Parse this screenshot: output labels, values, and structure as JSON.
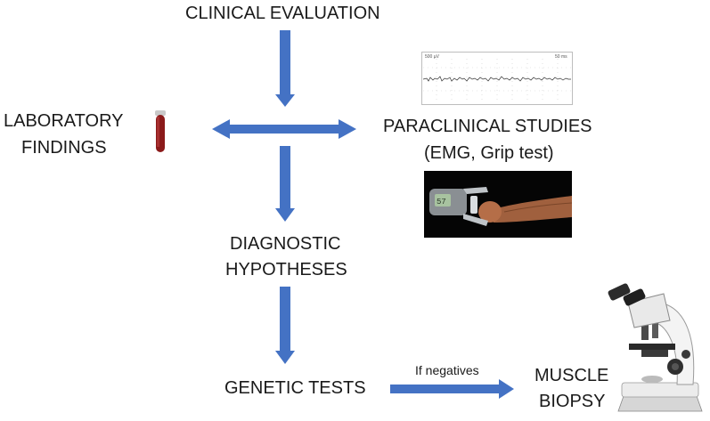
{
  "nodes": {
    "clinical": "CLINICAL EVALUATION",
    "lab_line1": "LABORATORY",
    "lab_line2": "FINDINGS",
    "para_line1": "PARACLINICAL STUDIES",
    "para_line2": "(EMG, Grip test)",
    "diag_line1": "DIAGNOSTIC",
    "diag_line2": "HYPOTHESES",
    "genetic": "GENETIC TESTS",
    "biopsy_line1": "MUSCLE",
    "biopsy_line2": "BIOPSY"
  },
  "edge_labels": {
    "if_negatives": "If negatives"
  },
  "emg_trace": {
    "left_label": "500 µV",
    "right_label": "50 ms"
  },
  "icons": [
    "blood-tube-icon",
    "emg-trace-image",
    "grip-dynamometer-photo",
    "microscope-icon"
  ],
  "colors": {
    "arrow": "#4472c4",
    "text": "#1a1a1a",
    "tube": "#8b1a1a"
  }
}
